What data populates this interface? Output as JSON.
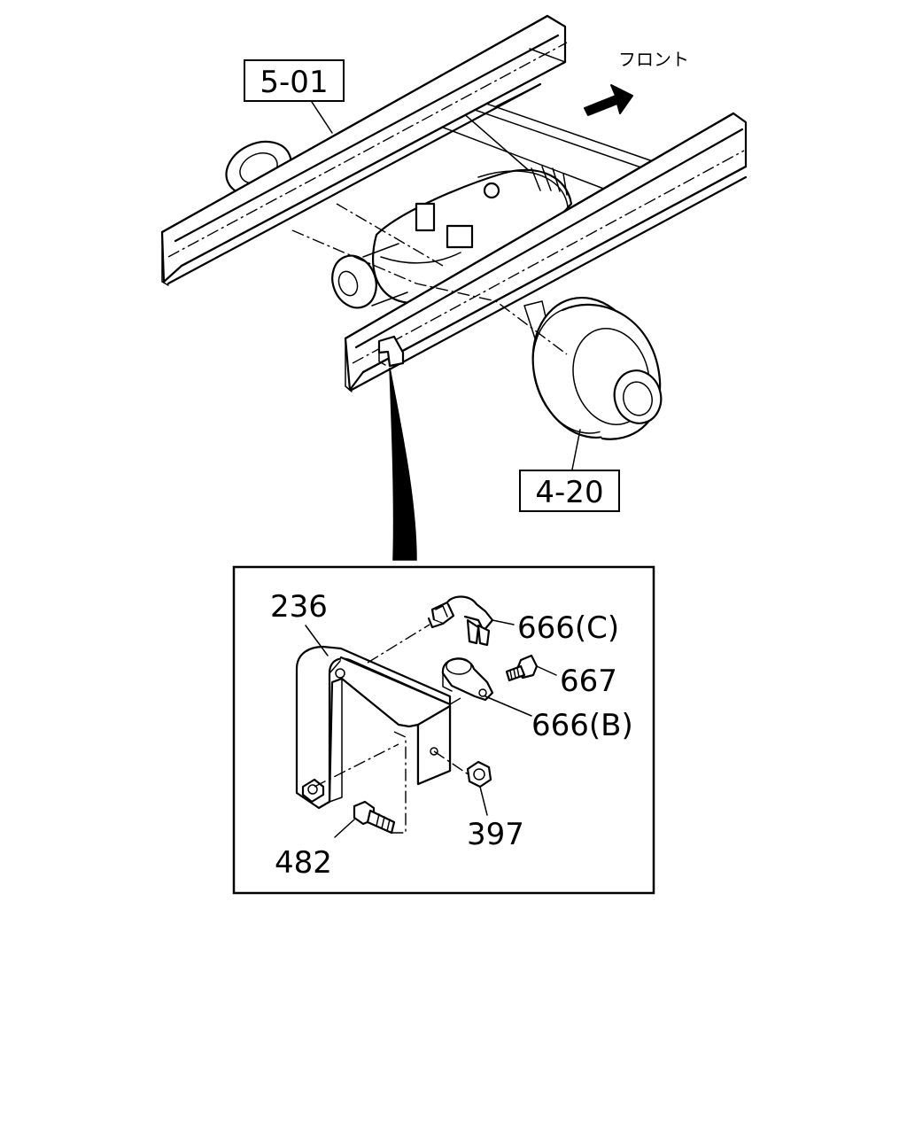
{
  "labels": {
    "front": "フロント",
    "ref_frame": "5-01",
    "ref_axle": "4-20",
    "part_236": "236",
    "part_666c": "666(C)",
    "part_667": "667",
    "part_666b": "666(B)",
    "part_397": "397",
    "part_482": "482"
  }
}
